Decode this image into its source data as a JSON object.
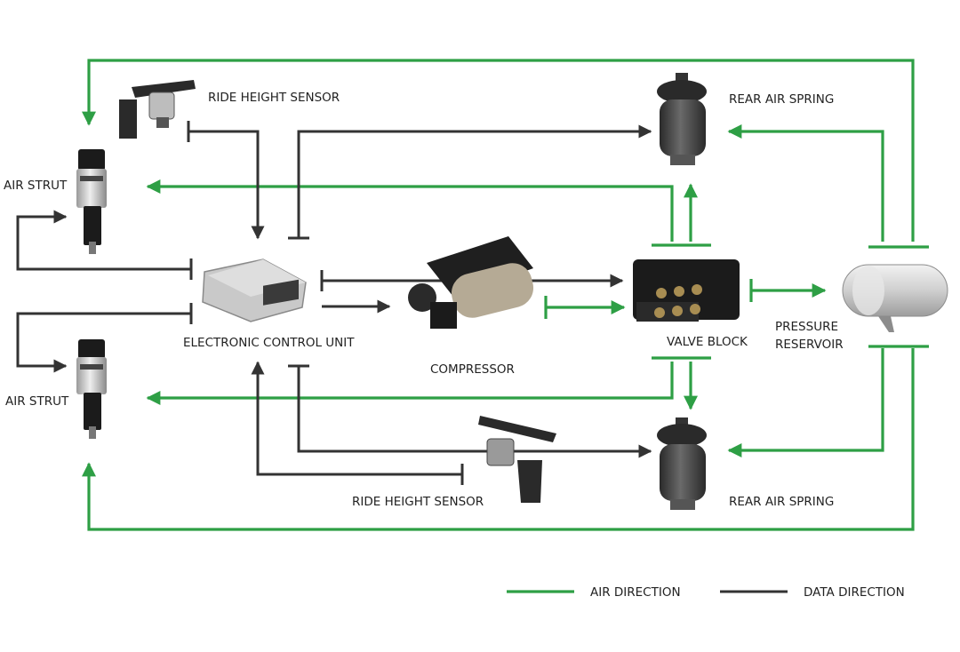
{
  "colors": {
    "air": "#2e9f45",
    "data": "#333333",
    "metal_light": "#d9d9d9",
    "metal_dark": "#5a5a5a",
    "part_black": "#1b1b1b"
  },
  "components": {
    "air_strut_front": "AIR STRUT",
    "air_strut_rear": "AIR STRUT",
    "ride_height_sensor_top": "RIDE HEIGHT SENSOR",
    "ride_height_sensor_bottom": "RIDE HEIGHT SENSOR",
    "rear_air_spring_top": "REAR AIR SPRING",
    "rear_air_spring_bottom": "REAR AIR SPRING",
    "ecu": "ELECTRONIC CONTROL UNIT",
    "compressor": "COMPRESSOR",
    "valve_block": "VALVE BLOCK",
    "pressure_reservoir_line1": "PRESSURE",
    "pressure_reservoir_line2": "RESERVOIR"
  },
  "legend": {
    "air": "AIR DIRECTION",
    "data": "DATA DIRECTION"
  }
}
